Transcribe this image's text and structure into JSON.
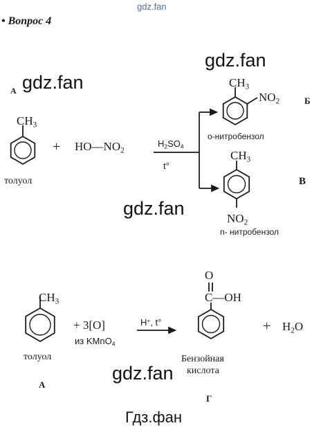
{
  "watermarks": {
    "top": "gdz.fan",
    "w1": "gdz.fan",
    "w2": "gdz.fan",
    "w3": "gdz.fan",
    "w4": "gdz.fan",
    "bottom": "Гдз.фан"
  },
  "question_title": "• Вопрос 4",
  "reaction1": {
    "label_a": "А",
    "methyl": "CH",
    "methyl_sub": "3",
    "plus": "+",
    "reagent_main": "HO—NO",
    "reagent_sub": "2",
    "catalyst_main": "H",
    "catalyst_sub1": "2",
    "catalyst_mid": "SO",
    "catalyst_sub2": "4",
    "condition": "t°",
    "toluene_label": "толуол",
    "ortho": {
      "methyl": "CH",
      "methyl_sub": "3",
      "nitro": "NO",
      "nitro_sub": "2",
      "name": "о-нитробензол",
      "letter": "Б"
    },
    "para": {
      "methyl": "CH",
      "methyl_sub": "3",
      "nitro": "NO",
      "nitro_sub": "2",
      "name": "n- нитробензол",
      "letter": "В"
    }
  },
  "reaction2": {
    "methyl": "CH",
    "methyl_sub": "3",
    "plus1": "+",
    "oxidant": "3[O]",
    "from_text": "из KMnO",
    "from_sub": "4",
    "condition_main": "H",
    "condition_sup": "+",
    "condition_rest": ", t°",
    "acid_o": "O",
    "acid_oh": "C—OH",
    "plus2": "+",
    "water_main": "H",
    "water_sub": "2",
    "water_end": "O",
    "toluene_label": "толуол",
    "toluene_letter": "А",
    "acid_name_1": "Бензойная",
    "acid_name_2": "кислота",
    "acid_letter": "Г"
  }
}
